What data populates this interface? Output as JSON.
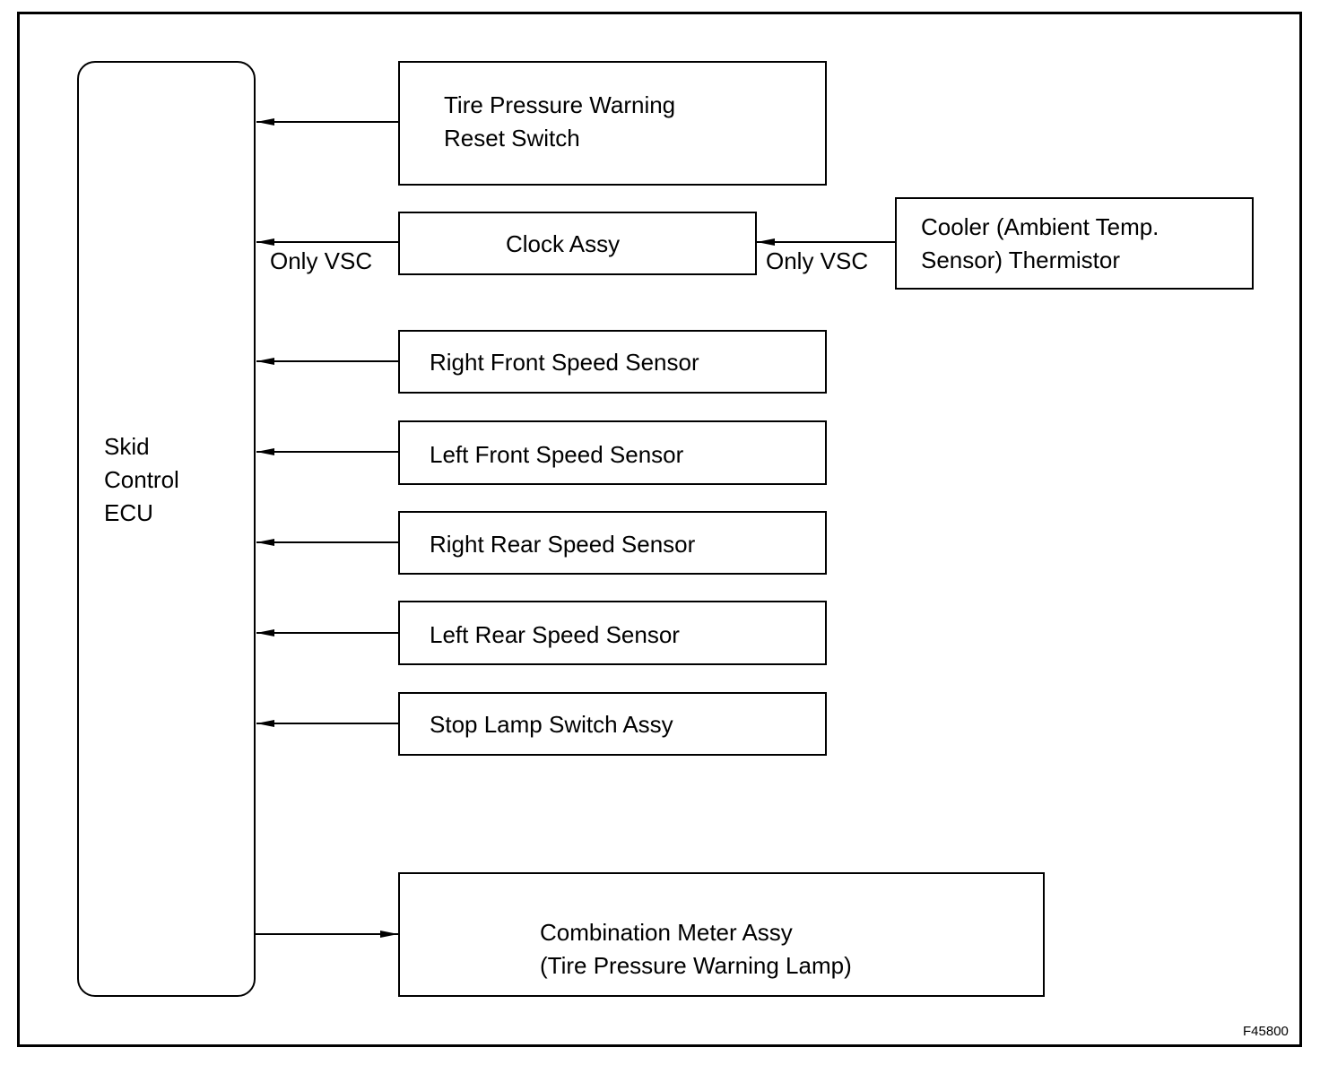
{
  "ecu": {
    "lines": [
      "Skid",
      "Control",
      "ECU"
    ]
  },
  "blocks": {
    "tire_pressure_reset": [
      "Tire Pressure Warning",
      "Reset Switch"
    ],
    "clock": [
      "Clock Assy"
    ],
    "cooler_thermistor": [
      "Cooler (Ambient Temp.",
      "Sensor) Thermistor"
    ],
    "rf_sensor": [
      "Right Front Speed Sensor"
    ],
    "lf_sensor": [
      "Left Front Speed Sensor"
    ],
    "rr_sensor": [
      "Right Rear Speed Sensor"
    ],
    "lr_sensor": [
      "Left Rear Speed Sensor"
    ],
    "stop_lamp": [
      "Stop Lamp Switch Assy"
    ],
    "combination_meter": [
      "Combination Meter Assy",
      "(Tire Pressure Warning Lamp)"
    ]
  },
  "connection_labels": {
    "clock_to_ecu": "Only VSC",
    "thermistor_to_clock": "Only VSC"
  },
  "figure_code": "F45800"
}
